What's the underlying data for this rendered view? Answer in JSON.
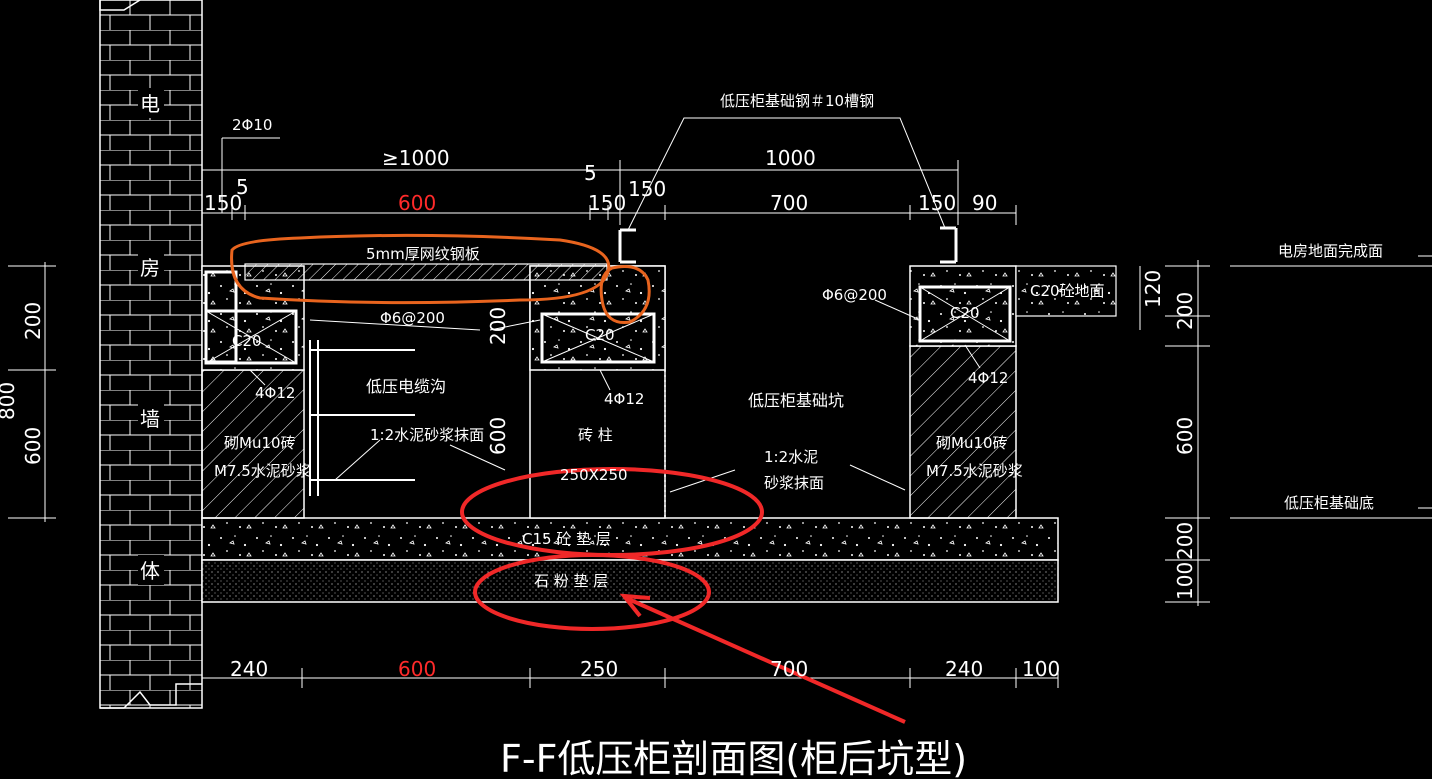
{
  "title": "F-F低压柜剖面图(柜后坑型)",
  "wall_chars": [
    "电",
    "房",
    "墙",
    "体"
  ],
  "top_dims": {
    "overall_left": "≥1000",
    "overall_right": "1000",
    "left_150": "150",
    "five_left": "5",
    "five_mid": "5",
    "w600": "600",
    "mid_150a": "150",
    "mid_150b": "150",
    "w700": "700",
    "right_150": "150",
    "w90": "90"
  },
  "bottom_dims": [
    "240",
    "600",
    "250",
    "700",
    "240",
    "100"
  ],
  "left_vdims": [
    "200",
    "600",
    "800"
  ],
  "right_vdims": [
    "120",
    "200",
    "600",
    "200",
    "100"
  ],
  "labels": {
    "rebar_top": "2Φ10",
    "channel": "低压柜基础钢＃10槽钢",
    "plate": "5mm厚网纹钢板",
    "stirrup_left": "Φ6@200",
    "stirrup_right": "Φ6@200",
    "c20_a": "C20",
    "c20_b": "C20",
    "c20_c": "C20",
    "rebar_a": "4Φ12",
    "rebar_b": "4Φ12",
    "rebar_c": "4Φ12",
    "trench": "低压电缆沟",
    "mortar_left": "1:2水泥砂浆抹面",
    "pit": "低压柜基础坑",
    "mortar_right_1": "1:2水泥",
    "mortar_right_2": "砂浆抹面",
    "brick_col": "砖 柱",
    "col_size": "250X250",
    "masonry_l1": "砌Mu10砖",
    "masonry_l2": "M7.5水泥砂浆",
    "masonry_r1": "砌Mu10砖",
    "masonry_r2": "M7.5水泥砂浆",
    "c15": "C15 砼 垫 层",
    "gravel": "石 粉 垫 层",
    "c20_floor": "C20砼地面",
    "finish_floor": "电房地面完成面",
    "pit_bottom": "低压柜基础底",
    "dim_200_mid": "200",
    "dim_600_mid": "600"
  },
  "colors": {
    "line": "#ffffff",
    "highlight_dim": "#ff2a2a",
    "orange_markup": "#e8641e",
    "red_markup": "#f02828"
  }
}
